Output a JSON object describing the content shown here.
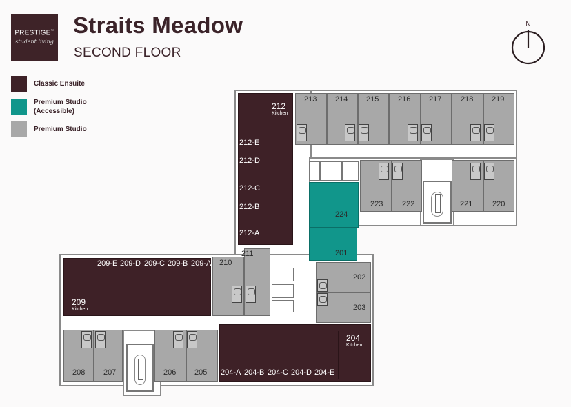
{
  "header": {
    "logo_brand": "PRESTIGE",
    "logo_tm": "™",
    "logo_sub": "student living",
    "title": "Straits Meadow",
    "subtitle": "SECOND FLOOR"
  },
  "compass": {
    "label": "N",
    "icon": "north-arrow-icon"
  },
  "legend": [
    {
      "label": "Classic Ensuite",
      "color": "#3e2127"
    },
    {
      "label": "Premium Studio",
      "label2": "(Accessible)",
      "color": "#11968b"
    },
    {
      "label": "Premium Studio",
      "color": "#a8a8a8"
    }
  ],
  "colors": {
    "classic_ensuite": "#3e2127",
    "premium_studio_accessible": "#11968b",
    "premium_studio": "#a8a8a8",
    "brand": "#3e2328"
  },
  "rooms": {
    "r212": "212",
    "r212_kitchen": "Kitchen",
    "r212E": "212-E",
    "r212D": "212-D",
    "r212C": "212-C",
    "r212B": "212-B",
    "r212A": "212-A",
    "r213": "213",
    "r214": "214",
    "r215": "215",
    "r216": "216",
    "r217": "217",
    "r218": "218",
    "r219": "219",
    "r220": "220",
    "r221": "221",
    "r222": "222",
    "r223": "223",
    "r224": "224",
    "r201": "201",
    "r202": "202",
    "r203": "203",
    "r204": "204",
    "r204_kitchen": "Kitchen",
    "r204A": "204-A",
    "r204B": "204-B",
    "r204C": "204-C",
    "r204D": "204-D",
    "r204E": "204-E",
    "r205": "205",
    "r206": "206",
    "r207": "207",
    "r208": "208",
    "r209": "209",
    "r209_kitchen": "Kitchen",
    "r209A": "209-A",
    "r209B": "209-B",
    "r209C": "209-C",
    "r209D": "209-D",
    "r209E": "209-E",
    "r210": "210",
    "r211": "211"
  }
}
